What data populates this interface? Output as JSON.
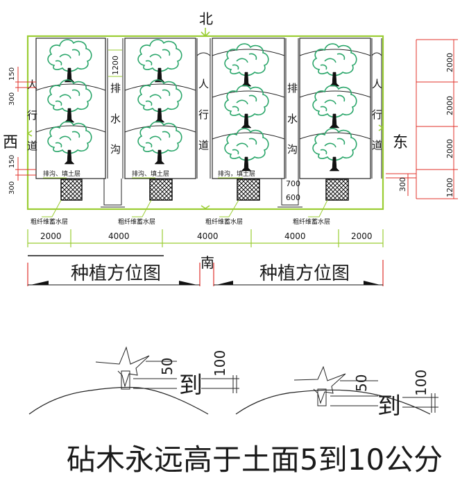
{
  "compass": {
    "north": "北",
    "south": "南",
    "west": "西",
    "east": "东"
  },
  "channel_labels": {
    "walkway": [
      "人",
      "行",
      "道"
    ],
    "drain": [
      "排",
      "水",
      "沟"
    ]
  },
  "layer_labels": {
    "drain_soil": "排沟、填土层",
    "drain_soil_alt": "排沟，填土层",
    "fiber_layer": "粗纤维蓄水层"
  },
  "left_dims": [
    "150",
    "300",
    "150",
    "300"
  ],
  "right_dims": [
    "2000",
    "2000",
    "2000",
    "1200"
  ],
  "inner_dims": {
    "top_1200": "1200",
    "d700": "700",
    "d600": "600",
    "right_300": "300"
  },
  "bottom_dims": [
    "2000",
    "4000",
    "4000",
    "4000",
    "2000"
  ],
  "plan_titles": [
    "种植方位图",
    "种植方位图"
  ],
  "detail": {
    "d50": "50",
    "dao": "到",
    "d100": "100"
  },
  "caption": "砧木永远高于土面5到10公分"
}
